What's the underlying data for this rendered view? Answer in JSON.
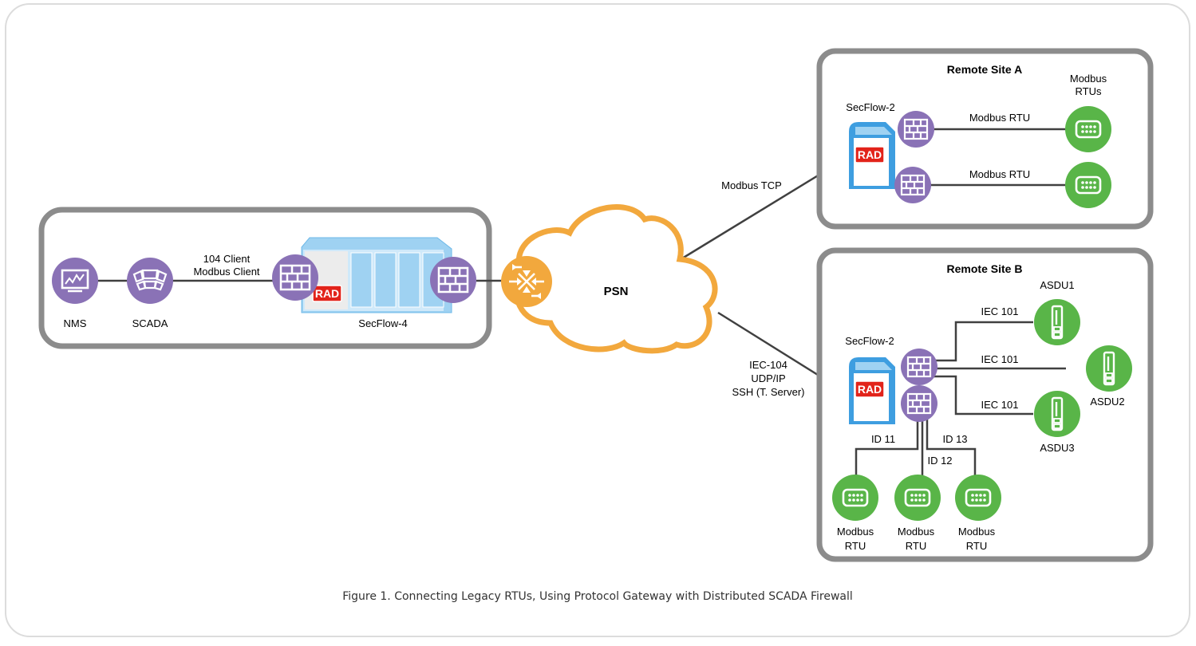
{
  "colors": {
    "frame": "#dcdcdc",
    "site_border": "#8c8c8c",
    "line": "#404040",
    "firewall": "#8a72b6",
    "rtu": "#59b548",
    "router": "#f2a83d",
    "cloud": "#f2a83d",
    "device_blue": "#9fd2f2",
    "rad_red": "#e2231a"
  },
  "central_site": {
    "nms_label": "NMS",
    "scada_label": "SCADA",
    "link_label_1": "104 Client",
    "link_label_2": "Modbus Client",
    "device_label": "SecFlow-4",
    "rad_logo": "RAD"
  },
  "network": {
    "cloud_label": "PSN",
    "link_a_label": "Modbus TCP",
    "link_b_label_1": "IEC-104",
    "link_b_label_2": "UDP/IP",
    "link_b_label_3": "SSH (T. Server)"
  },
  "site_a": {
    "title": "Remote Site A",
    "device_label": "SecFlow-2",
    "rad_logo": "RAD",
    "rtus_label_1": "Modbus",
    "rtus_label_2": "RTUs",
    "link1_label": "Modbus RTU",
    "link2_label": "Modbus RTU"
  },
  "site_b": {
    "title": "Remote Site B",
    "device_label": "SecFlow-2",
    "rad_logo": "RAD",
    "iec_link_1": "IEC 101",
    "iec_link_2": "IEC 101",
    "iec_link_3": "IEC 101",
    "asdu_1": "ASDU1",
    "asdu_2": "ASDU2",
    "asdu_3": "ASDU3",
    "id_1": "ID 11",
    "id_2": "ID 12",
    "id_3": "ID 13",
    "rtu_label_top": "Modbus",
    "rtu_label_bottom": "RTU"
  },
  "caption": "Figure 1.  Connecting Legacy RTUs, Using Protocol Gateway with Distributed SCADA Firewall"
}
